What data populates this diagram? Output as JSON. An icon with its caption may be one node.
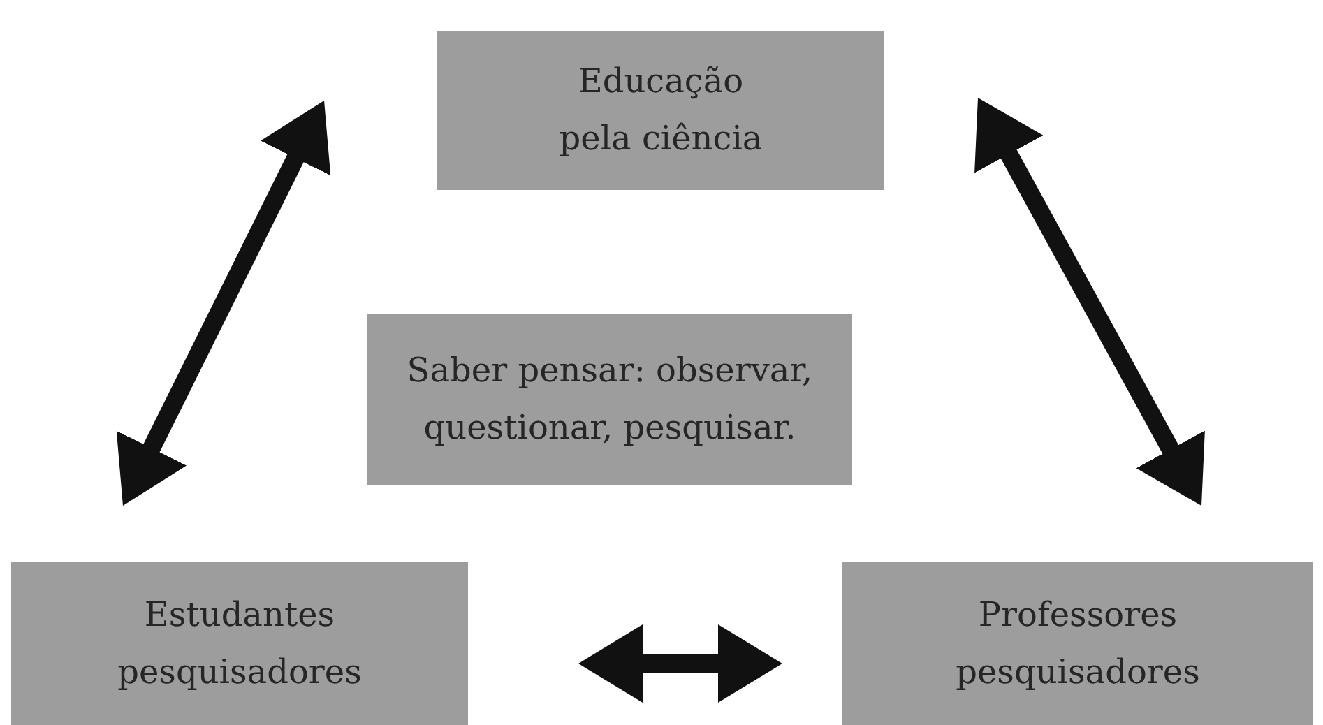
{
  "diagram": {
    "nodes": [
      {
        "text": [
          "Educação pela ciência"
        ]
      },
      {
        "text": [
          "Saber pensar: observar, questionar, pesquisar."
        ]
      },
      {
        "text": [
          "Estudantes pesquisadores"
        ]
      },
      {
        "text": [
          "Professores pesquisadores"
        ]
      }
    ],
    "edges": [
      {
        "from": 0,
        "to": 2,
        "arrow": "both"
      },
      {
        "from": 0,
        "to": 3,
        "arrow": "both"
      },
      {
        "from": 2,
        "to": 3,
        "arrow": "both"
      }
    ]
  }
}
